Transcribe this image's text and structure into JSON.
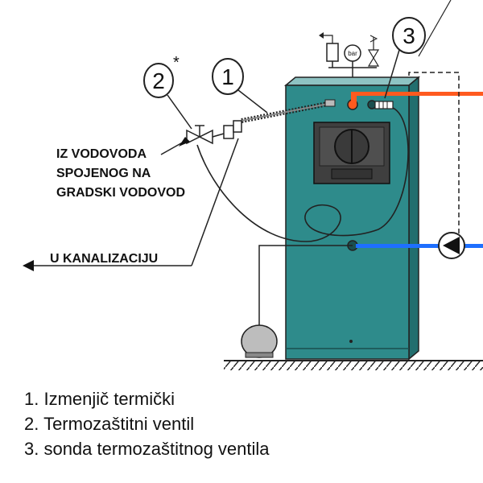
{
  "callouts": {
    "heat_exchanger_number": "1",
    "safety_valve_number": "2",
    "safety_valve_mark": "*",
    "probe_number": "3"
  },
  "labels": {
    "water_supply_line1": "IZ VODOVODA",
    "water_supply_line2": "SPOJENOG NA",
    "water_supply_line3": "GRADSKI VODOVOD",
    "drain": "U KANALIZACIJU",
    "gauge_unit": "bar"
  },
  "legend": {
    "item1": "1. Izmenjič termički",
    "item2": "2. Termozaštitni ventil",
    "item3": "3. sonda termozaštitnog ventila"
  },
  "colors": {
    "boiler_body": "#2e8b8b",
    "boiler_side": "#226e6e",
    "hot_pipe": "#ff5a1f",
    "cold_pipe": "#1e6fff",
    "door": "#3f3f3f"
  }
}
